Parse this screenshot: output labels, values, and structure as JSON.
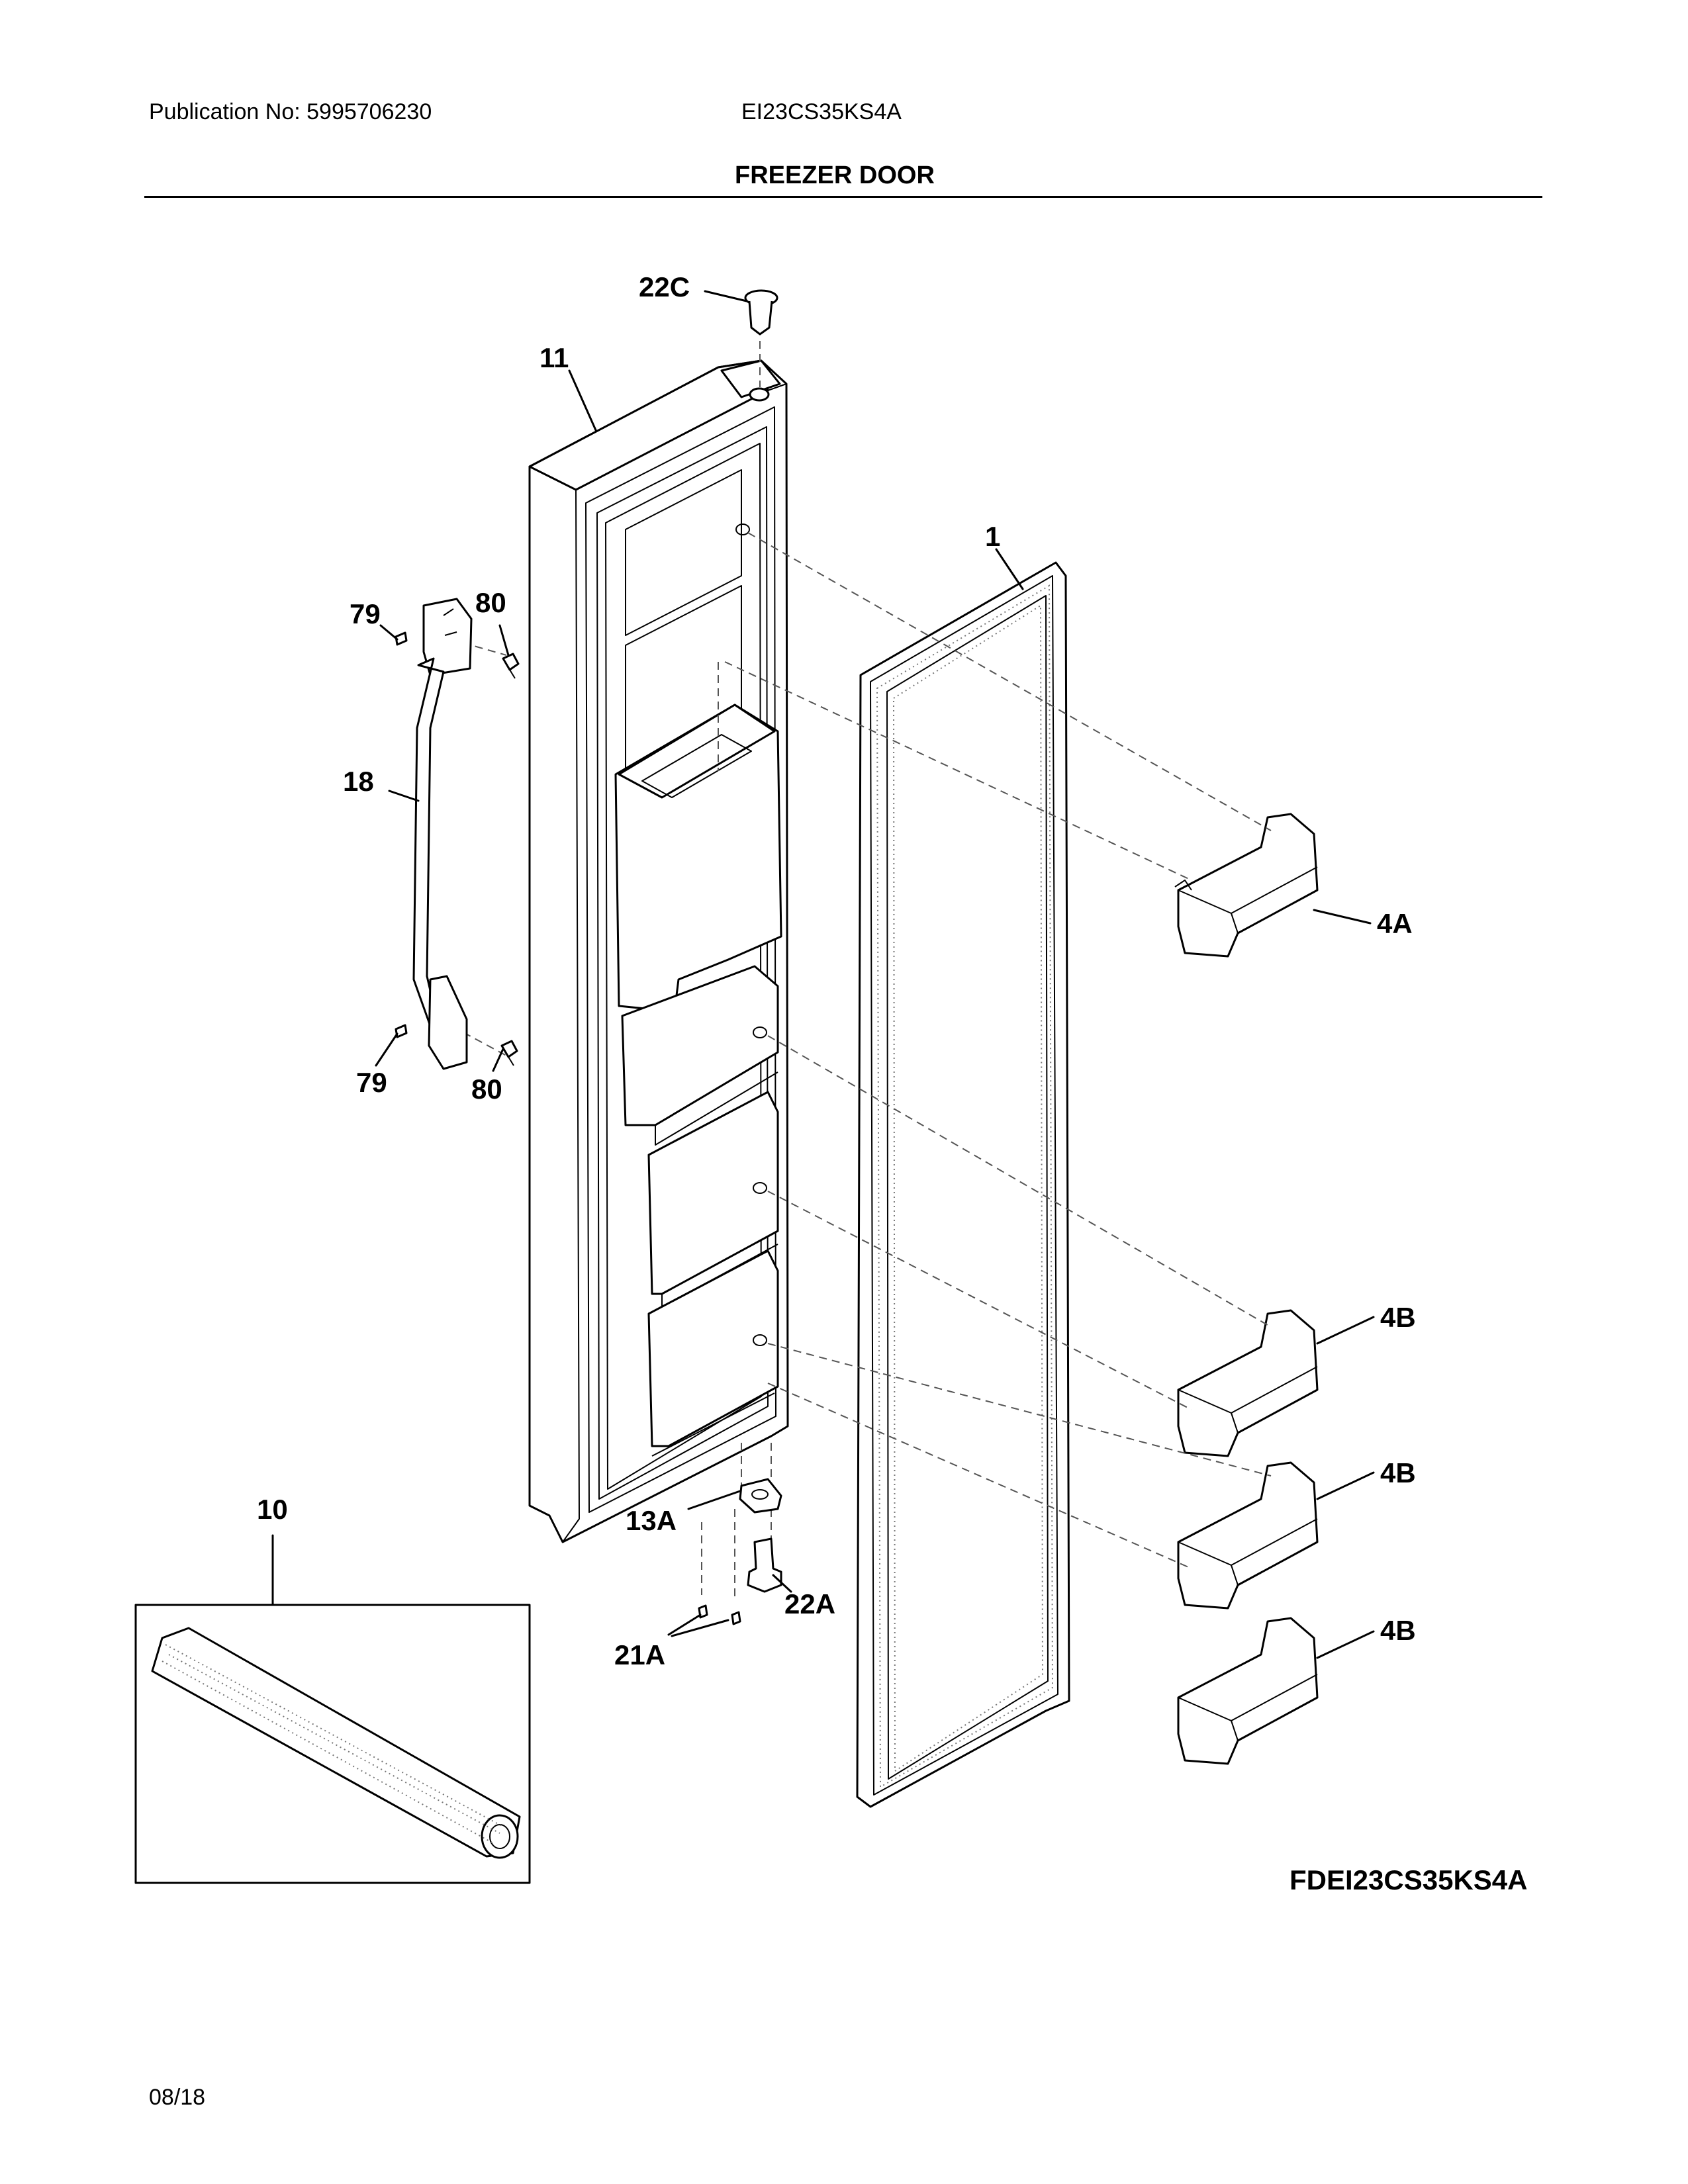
{
  "header": {
    "publication": "Publication No: 5995706230",
    "model": "EI23CS35KS4A",
    "title": "FREEZER DOOR"
  },
  "labels": {
    "door_panel": "11",
    "cap": "22C",
    "gasket": "1",
    "screw_top": "79",
    "plug_top": "80",
    "handle": "18",
    "screw_bottom": "79",
    "plug_bottom": "80",
    "bin_top": "4A",
    "bin_1": "4B",
    "bin_2": "4B",
    "bin_3": "4B",
    "tube": "10",
    "hinge_bracket": "13A",
    "hinge_pin": "22A",
    "screws": "21A"
  },
  "footer": {
    "diagram_code": "FDEI23CS35KS4A",
    "date": "08/18"
  }
}
